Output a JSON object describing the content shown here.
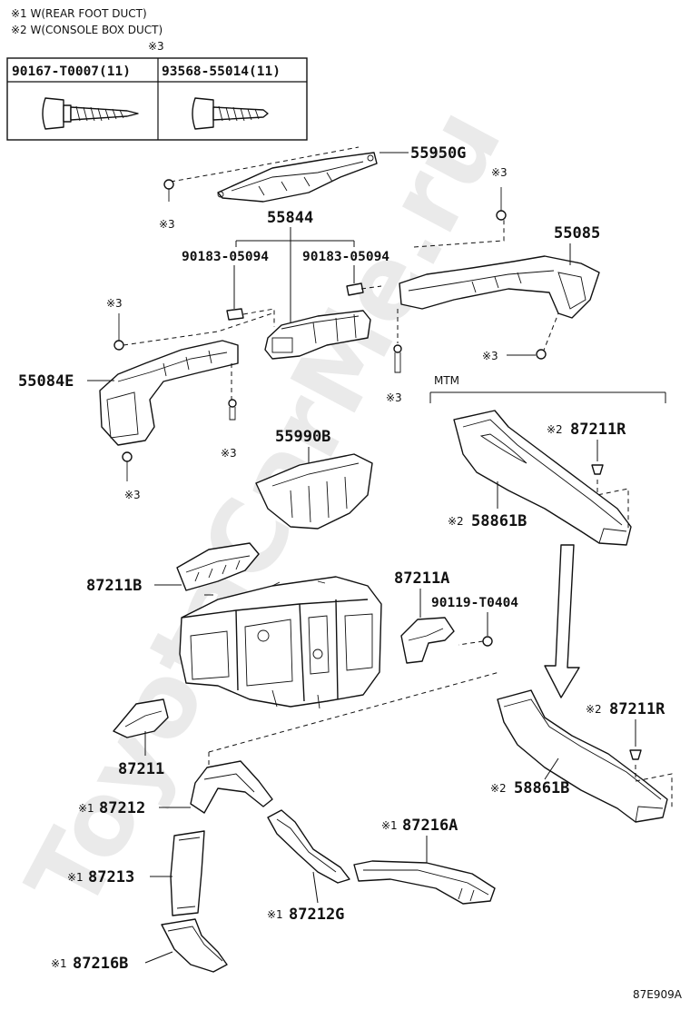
{
  "notes": {
    "note1": "※1 W(REAR FOOT DUCT)",
    "note2": "※2 W(CONSOLE BOX DUCT)"
  },
  "fastener_table": {
    "header_mark": "※3",
    "col1_part": "90167-T0007(11)",
    "col2_part": "93568-55014(11)"
  },
  "labels": {
    "p55950G": "55950G",
    "p55844": "55844",
    "p90183_a": "90183-05094",
    "p90183_b": "90183-05094",
    "p55085": "55085",
    "p55084E": "55084E",
    "p55990B": "55990B",
    "mtm": "MTM",
    "p87211R_top": "87211R",
    "p58861B_top": "58861B",
    "p87211B": "87211B",
    "p87211A": "87211A",
    "p90119": "90119-T0404",
    "p87211R_bot": "87211R",
    "p58861B_bot": "58861B",
    "p87211": "87211",
    "p87212": "87212",
    "p87216A": "87216A",
    "p87213": "87213",
    "p87212G": "87212G",
    "p87216B": "87216B"
  },
  "marks": {
    "m3": "※3",
    "m2": "※2",
    "m1": "※1"
  },
  "diagram_code": "87E909A",
  "watermark": "ToyotaCarMe.ru"
}
